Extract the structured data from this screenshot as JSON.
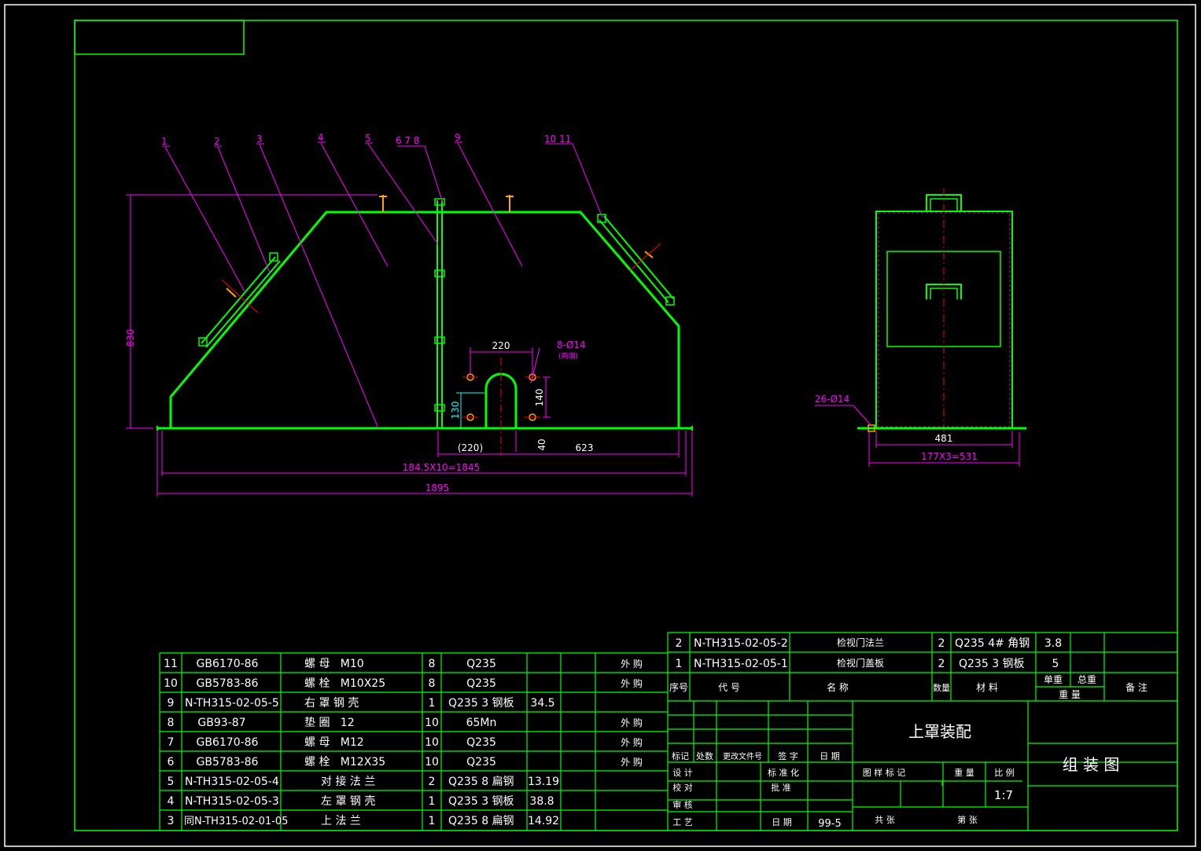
{
  "title_block": {
    "assembly_name": "上罩装配",
    "drawing_type": "组 装 图",
    "scale": "1:7",
    "date_value": "99-5",
    "labels": {
      "mark": "标记",
      "count": "处数",
      "change_doc": "更改文件号",
      "sign": "签 字",
      "date": "日 期",
      "design": "设 计",
      "standardize": "标 准 化",
      "check": "校 对",
      "approve": "批 准",
      "review": "审 核",
      "process": "工 艺",
      "date2": "日 期",
      "pattern_mark": "图 样 标 记",
      "weight": "重 量",
      "ratio": "比 例",
      "total_sheets": "共 张",
      "sheet_no": "第 张"
    }
  },
  "bom_header": {
    "seq": "序号",
    "code": "代 号",
    "name": "名 称",
    "qty": "数量",
    "material": "材 料",
    "unit_weight": "单重",
    "total_weight": "总重",
    "weight": "重 量",
    "remarks": "备 注"
  },
  "bom_top": [
    {
      "seq": "2",
      "code": "N-TH315-02-05-2",
      "name": "检视门法兰",
      "qty": "2",
      "material": "Q235 4# 角钢",
      "unit_weight": "3.8",
      "remarks": ""
    },
    {
      "seq": "1",
      "code": "N-TH315-02-05-1",
      "name": "检视门盖板",
      "qty": "2",
      "material": "Q235 3 钢板",
      "unit_weight": "5",
      "remarks": ""
    }
  ],
  "bom_left": [
    {
      "seq": "11",
      "code": "GB6170-86",
      "name": "螺 母   M10",
      "qty": "8",
      "material": "Q235",
      "weight": "",
      "remarks": "外 购"
    },
    {
      "seq": "10",
      "code": "GB5783-86",
      "name": "螺 栓   M10X25",
      "qty": "8",
      "material": "Q235",
      "weight": "",
      "remarks": "外 购"
    },
    {
      "seq": "9",
      "code": "N-TH315-02-05-5",
      "name": "右 罩 钢 壳",
      "qty": "1",
      "material": "Q235 3 钢板",
      "weight": "34.5",
      "remarks": ""
    },
    {
      "seq": "8",
      "code": "GB93-87",
      "name": "垫 圈   12",
      "qty": "10",
      "material": "65Mn",
      "weight": "",
      "remarks": "外 购"
    },
    {
      "seq": "7",
      "code": "GB6170-86",
      "name": "螺 母   M12",
      "qty": "10",
      "material": "Q235",
      "weight": "",
      "remarks": "外 购"
    },
    {
      "seq": "6",
      "code": "GB5783-86",
      "name": "螺 栓   M12X35",
      "qty": "10",
      "material": "Q235",
      "weight": "",
      "remarks": "外 购"
    },
    {
      "seq": "5",
      "code": "N-TH315-02-05-4",
      "name": "对 接 法 兰",
      "qty": "2",
      "material": "Q235 8 扁钢",
      "weight": "13.19",
      "remarks": ""
    },
    {
      "seq": "4",
      "code": "N-TH315-02-05-3",
      "name": "左 罩 钢 壳",
      "qty": "1",
      "material": "Q235 3 钢板",
      "weight": "38.8",
      "remarks": ""
    },
    {
      "seq": "3",
      "code": "同N-TH315-02-01-05",
      "name": "上 法 兰",
      "qty": "1",
      "material": "Q235 8 扁钢",
      "weight": "14.92",
      "remarks": ""
    }
  ],
  "dimensions": {
    "height": "830",
    "slot_width": "220",
    "slot_width_ref": "(220)",
    "holes": "8-Ø14",
    "holes_note": "(两端)",
    "d130": "130",
    "d140": "140",
    "d40": "40",
    "d623": "623",
    "pitch": "184.5X10=1845",
    "overall": "1895",
    "side_holes": "26-Ø14",
    "side_width": "481",
    "side_pitch": "177X3=531"
  },
  "balloons": [
    "1",
    "2",
    "3",
    "4",
    "5",
    "6 7 8",
    "9",
    "10 11"
  ],
  "colors": {
    "outline": "#00ff00",
    "leader": "#ff00ff",
    "center": "#ff0000",
    "cyan_dim": "#00ffff",
    "text": "#ffffff",
    "accent": "#ffa500"
  }
}
